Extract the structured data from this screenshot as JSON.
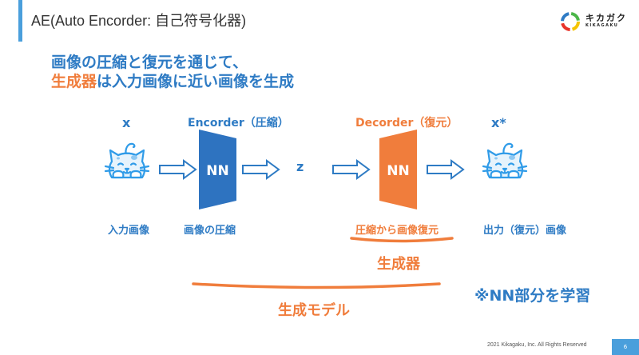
{
  "slide": {
    "title": "AE(Auto Encorder: 自己符号化器)",
    "logo": {
      "name": "キカガク",
      "sub": "KIKAGAKU"
    },
    "headline": {
      "line1": "画像の圧縮と復元を通じて、",
      "line2_highlight": "生成器",
      "line2_rest": "は入力画像に近い画像を生成"
    },
    "diagram": {
      "input_var": "x",
      "encoder_label": "Encorder（圧縮）",
      "encoder_nn": "NN",
      "latent_var": "z",
      "decoder_label": "Decorder（復元）",
      "decoder_nn": "NN",
      "output_var": "x*",
      "captions": {
        "input": "入力画像",
        "compress": "画像の圧縮",
        "restore": "圧縮から画像復元",
        "output": "出力（復元）画像"
      },
      "generator_label": "生成器",
      "model_label": "生成モデル"
    },
    "note": "※NN部分を学習",
    "footer": "2021 Kikagaku, Inc. All Rights Reserved",
    "page_number": "6"
  },
  "colors": {
    "accent_blue": "#2e7bc4",
    "accent_orange": "#f07d3c",
    "title_bar": "#4a9fdc",
    "cat_blue": "#2f9be8"
  }
}
